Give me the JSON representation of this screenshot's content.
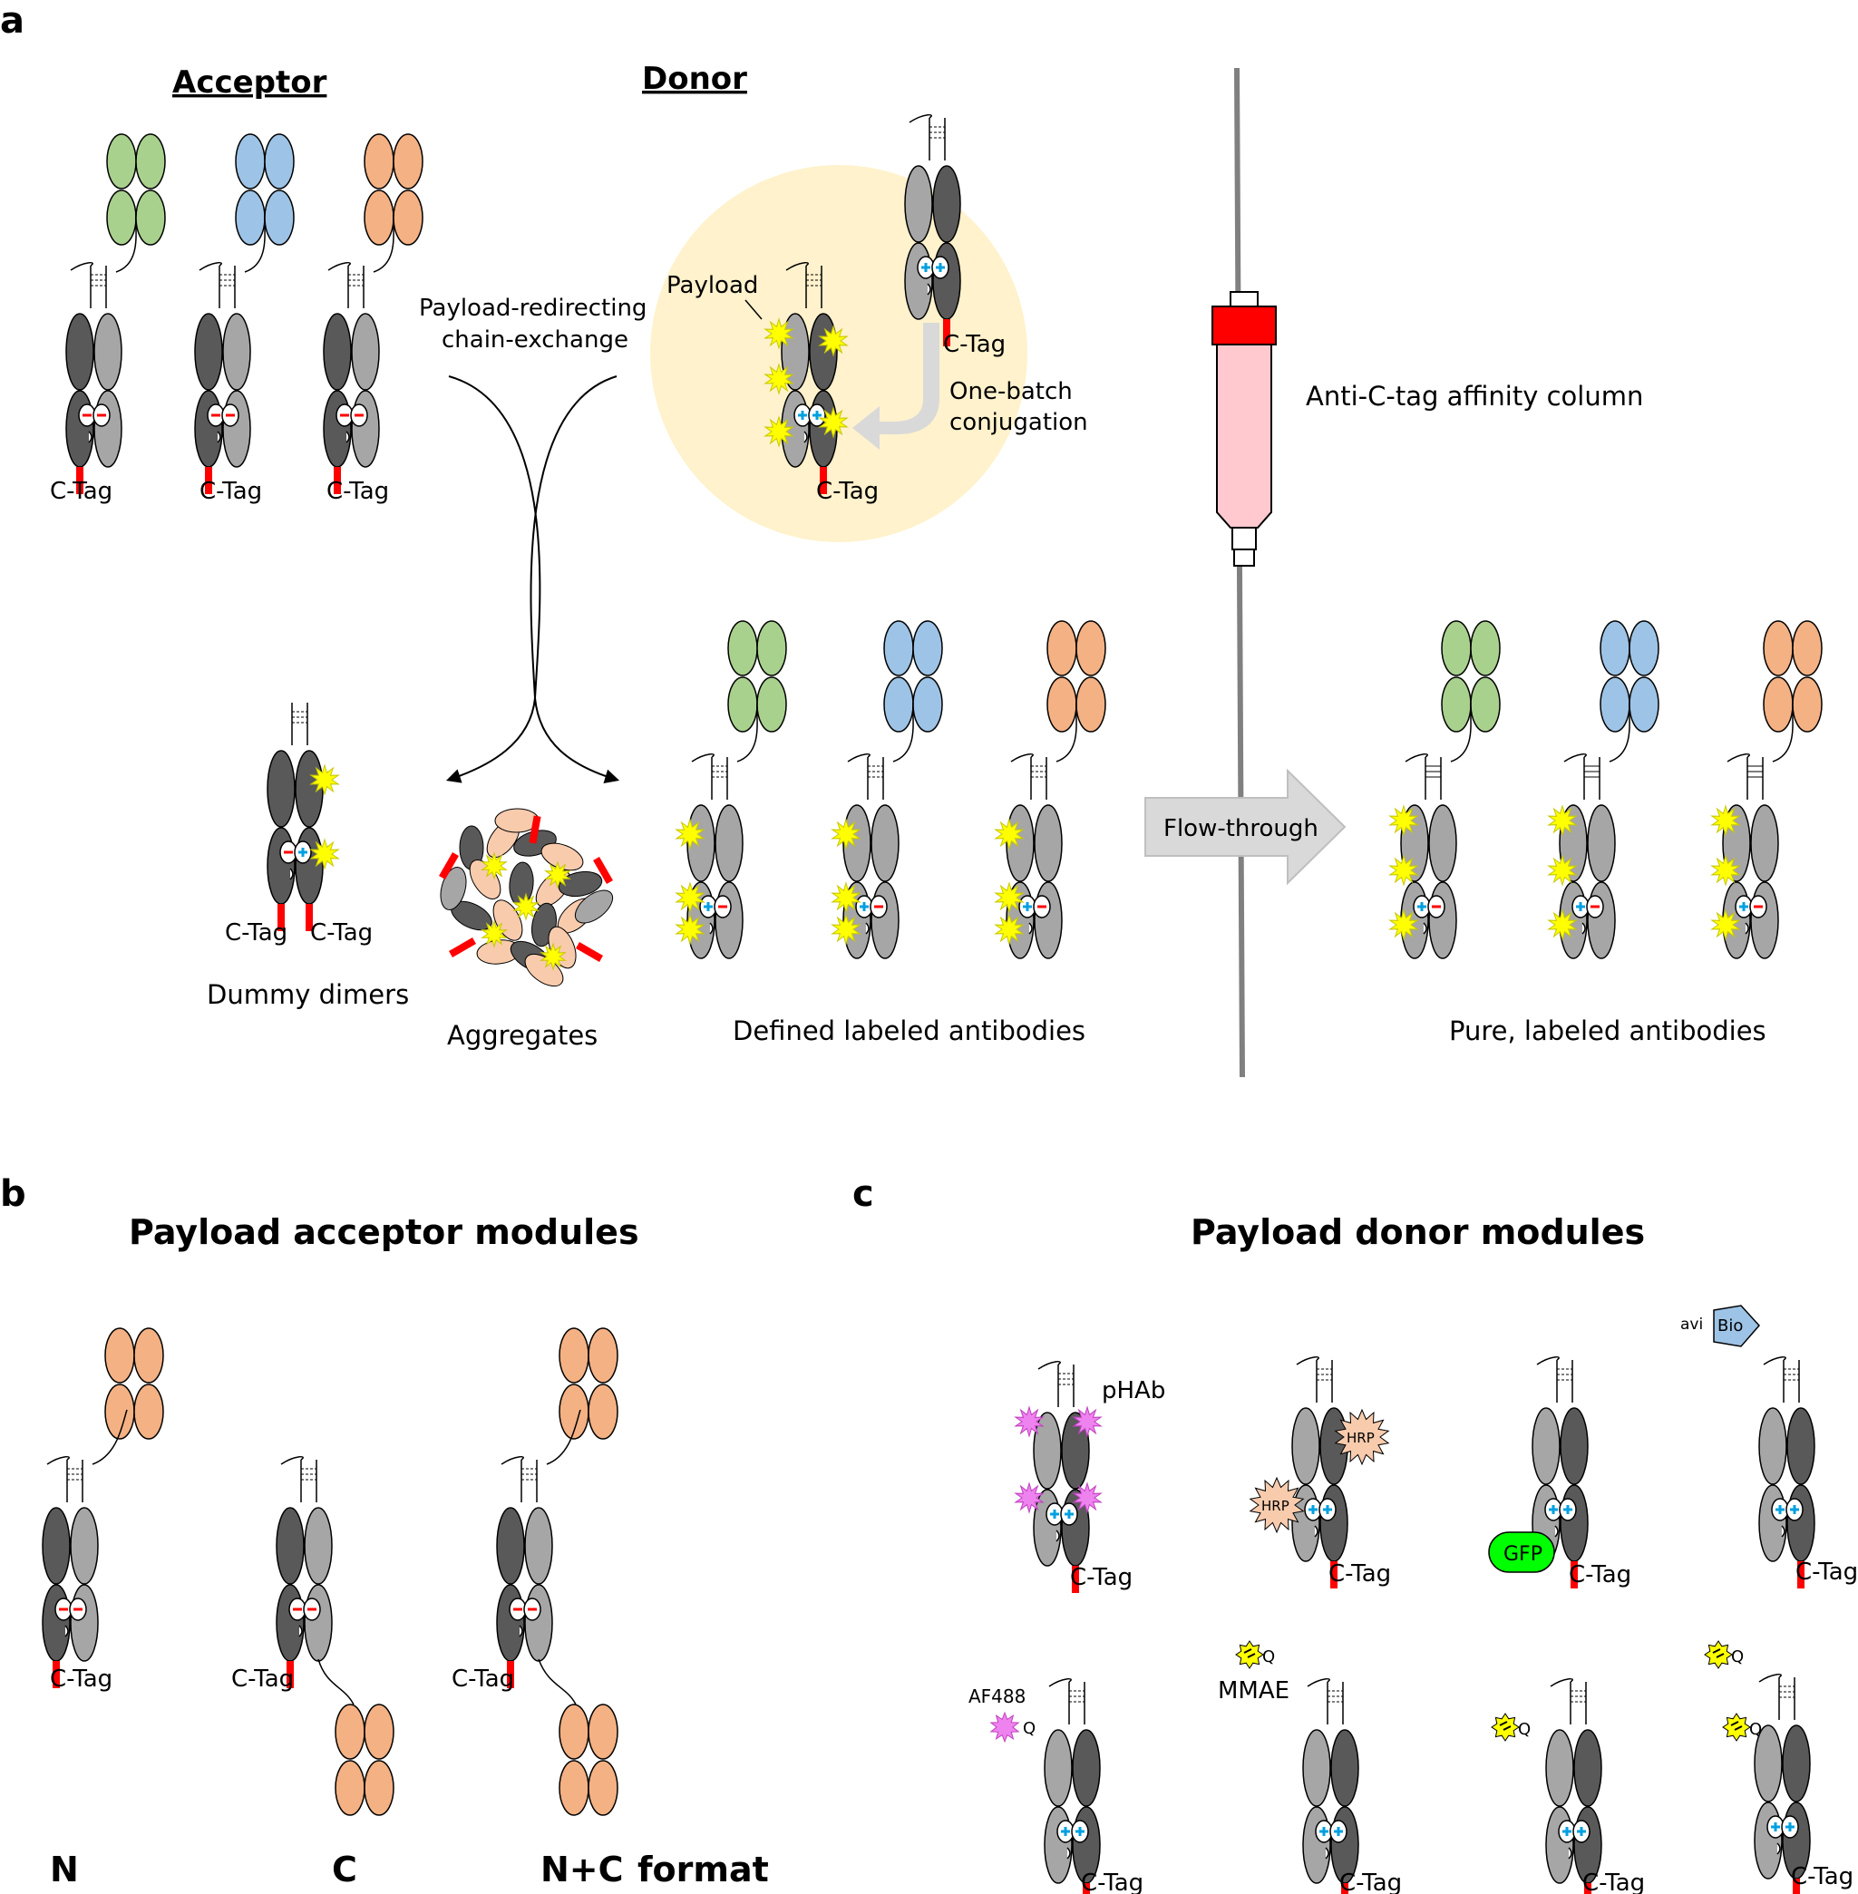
{
  "panels": {
    "a": "a",
    "b": "b",
    "c": "c"
  },
  "panel_a": {
    "acceptor_header": "Acceptor",
    "donor_header": "Donor",
    "process_label_1": "Payload-redirecting",
    "process_label_2": "chain-exchange",
    "payload_label": "Payload",
    "conjugation_label_1": "One-batch",
    "conjugation_label_2": "conjugation",
    "tag_label": "C-Tag",
    "column_label": "Anti-C-tag affinity column",
    "flow_label": "Flow-through",
    "dummy_label": "Dummy dimers",
    "aggregates_label": "Aggregates",
    "defined_label": "Defined labeled antibodies",
    "pure_label": "Pure, labeled antibodies"
  },
  "panel_b": {
    "title": "Payload acceptor modules",
    "formats": [
      "N",
      "C",
      "N+C",
      "format"
    ]
  },
  "panel_c": {
    "title": "Payload donor modules",
    "labels": {
      "phab": "pHAb",
      "hrp": "HRP",
      "gfp": "GFP",
      "avi": "avi",
      "bio": "Bio",
      "af488": "AF488",
      "mmae": "MMAE",
      "q": "Q"
    }
  },
  "colors": {
    "dark_chain": "#595959",
    "light_chain": "#a6a6a6",
    "green_fab": "#a9d18e",
    "blue_fab": "#9dc3e6",
    "orange_fab": "#f4b183",
    "tag": "#ff0000",
    "payload_star": "#ffff00",
    "donor_circle": "#fff2cc",
    "column_body": "#ffc9cf",
    "column_cap": "#ff0000",
    "phab": "#ee82ee",
    "hrp": "#f8cbad",
    "gfp": "#00ff00",
    "bio": "#9dc3e6",
    "arrow": "#d9d9d9"
  }
}
